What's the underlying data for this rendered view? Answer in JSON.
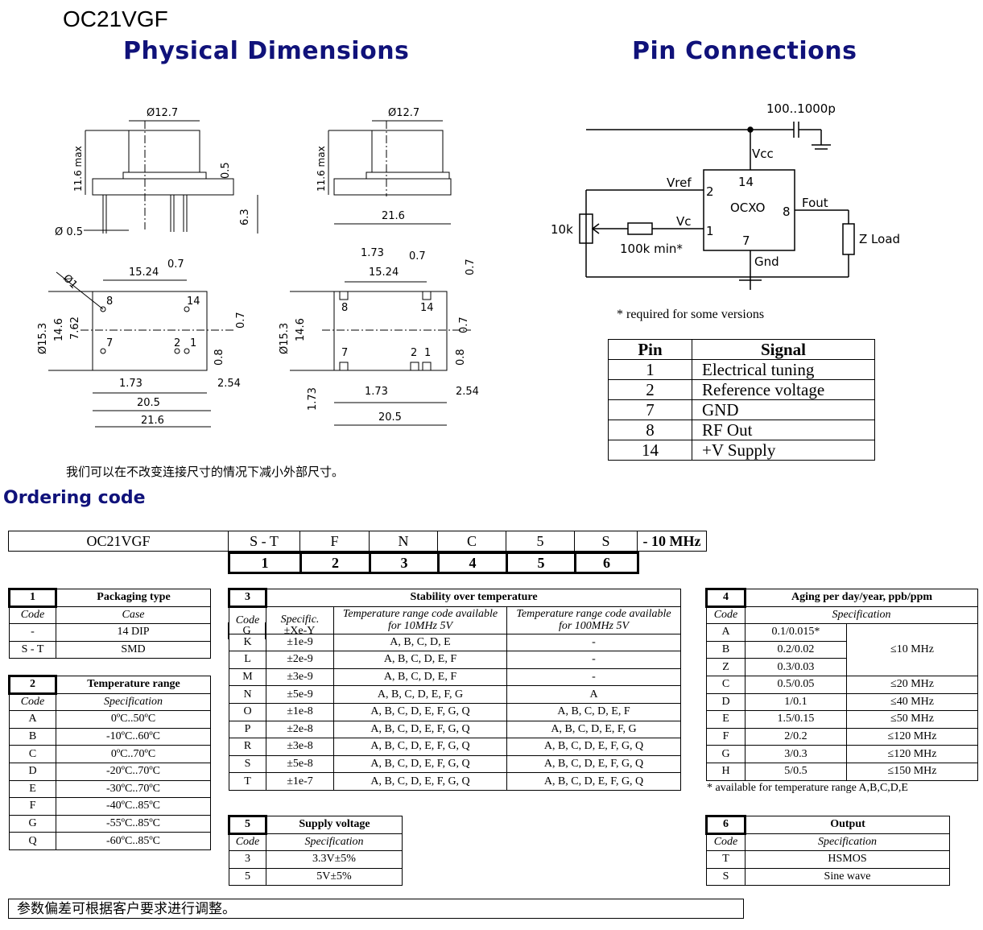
{
  "model": "OC21VGF",
  "sections": {
    "physical": "Physical Dimensions",
    "pins": "Pin Connections",
    "ordering": "Ordering code"
  },
  "dims": {
    "d127": "Ø12.7",
    "h116": "11.6 max",
    "d05v": "0.5",
    "d63": "6.3",
    "d05": "Ø 0.5",
    "d216": "21.6",
    "d1": "Ø1",
    "d1524": "15.24",
    "d07": "0.7",
    "d153": "Ø15.3",
    "d146": "14.6",
    "d762": "7.62",
    "d08": "0.8",
    "d173": "1.73",
    "d205": "20.5",
    "d254": "2.54",
    "p8": "8",
    "p14": "14",
    "p7": "7",
    "p2": "2",
    "p1": "1"
  },
  "schematic": {
    "cap": "100..1000p",
    "vcc": "Vcc",
    "vref": "Vref",
    "vc": "Vc",
    "ocxo": "OCXO",
    "fout": "Fout",
    "zload": "Z Load",
    "r10k": "10k",
    "r100k": "100k min*",
    "gnd": "Gnd",
    "pin14": "14",
    "pin2": "2",
    "pin1": "1",
    "pin8": "8",
    "pin7": "7",
    "footnote": "* required for some versions"
  },
  "pin_table": {
    "headers": [
      "Pin",
      "Signal"
    ],
    "rows": [
      [
        "1",
        "Electrical tuning"
      ],
      [
        "2",
        "Reference voltage"
      ],
      [
        "7",
        "GND"
      ],
      [
        "8",
        "RF Out"
      ],
      [
        "14",
        "+V Supply"
      ]
    ]
  },
  "chinese_note_1": "我们可以在不改变连接尺寸的情况下减小外部尺寸。",
  "order_bar": {
    "cells": [
      "OC21VGF",
      "S - T",
      "F",
      "N",
      "C",
      "5",
      "S",
      "- 10 MHz"
    ],
    "nums": [
      "1",
      "2",
      "3",
      "4",
      "5",
      "6"
    ]
  },
  "t1": {
    "num": "1",
    "title": "Packaging type",
    "sub": [
      "Code",
      "Case"
    ],
    "rows": [
      [
        "-",
        "14 DIP"
      ],
      [
        "S - T",
        "SMD"
      ]
    ]
  },
  "t2": {
    "num": "2",
    "title": "Temperature range",
    "sub": [
      "Code",
      "Specification"
    ],
    "rows": [
      [
        "A",
        "0ºC..50ºC"
      ],
      [
        "B",
        "-10ºC..60ºC"
      ],
      [
        "C",
        "0ºC..70ºC"
      ],
      [
        "D",
        "-20ºC..70ºC"
      ],
      [
        "E",
        "-30ºC..70ºC"
      ],
      [
        "F",
        "-40ºC..85ºC"
      ],
      [
        "G",
        "-55ºC..85ºC"
      ],
      [
        "Q",
        "-60ºC..85ºC"
      ]
    ]
  },
  "t3": {
    "num": "3",
    "title": "Stability over temperature",
    "sub": [
      "Code",
      "Specific.",
      "Temperature range code available for 10MHz 5V",
      "Temperature range code available for 100MHz 5V"
    ],
    "rows": [
      [
        "G",
        "±Xe-Y",
        "",
        ""
      ],
      [
        "K",
        "±1e-9",
        "A, B, C, D, E",
        "-"
      ],
      [
        "L",
        "±2e-9",
        "A, B, C, D, E, F",
        "-"
      ],
      [
        "M",
        "±3e-9",
        "A, B, C, D, E, F",
        "-"
      ],
      [
        "N",
        "±5e-9",
        "A, B, C, D, E, F, G",
        "A"
      ],
      [
        "O",
        "±1e-8",
        "A, B, C, D, E, F, G, Q",
        "A, B, C, D, E, F"
      ],
      [
        "P",
        "±2e-8",
        "A, B, C, D, E, F, G, Q",
        "A, B, C, D, E, F, G"
      ],
      [
        "R",
        "±3e-8",
        "A, B, C, D, E, F, G, Q",
        "A, B, C, D, E, F, G, Q"
      ],
      [
        "S",
        "±5e-8",
        "A, B, C, D, E, F, G, Q",
        "A, B, C, D, E, F, G, Q"
      ],
      [
        "T",
        "±1e-7",
        "A, B, C, D, E, F, G, Q",
        "A, B, C, D, E, F, G, Q"
      ]
    ]
  },
  "t4": {
    "num": "4",
    "title": "Aging per day/year, ppb/ppm",
    "sub": [
      "Code",
      "Specification"
    ],
    "rows": [
      [
        "A",
        "0.1/0.015*",
        "≤10 MHz"
      ],
      [
        "B",
        "0.2/0.02",
        ""
      ],
      [
        "Z",
        "0.3/0.03",
        ""
      ],
      [
        "C",
        "0.5/0.05",
        "≤20 MHz"
      ],
      [
        "D",
        "1/0.1",
        "≤40 MHz"
      ],
      [
        "E",
        "1.5/0.15",
        "≤50 MHz"
      ],
      [
        "F",
        "2/0.2",
        "≤120 MHz"
      ],
      [
        "G",
        "3/0.3",
        "≤120 MHz"
      ],
      [
        "H",
        "5/0.5",
        "≤150 MHz"
      ]
    ],
    "footnote": "* available for temperature range A,B,C,D,E"
  },
  "t5": {
    "num": "5",
    "title": "Supply voltage",
    "sub": [
      "Code",
      "Specification"
    ],
    "rows": [
      [
        "3",
        "3.3V±5%"
      ],
      [
        "5",
        "5V±5%"
      ]
    ]
  },
  "t6": {
    "num": "6",
    "title": "Output",
    "sub": [
      "Code",
      "Specification"
    ],
    "rows": [
      [
        "T",
        "HSMOS"
      ],
      [
        "S",
        "Sine wave"
      ]
    ]
  },
  "chinese_note_2": "参数偏差可根据客户要求进行调整。"
}
